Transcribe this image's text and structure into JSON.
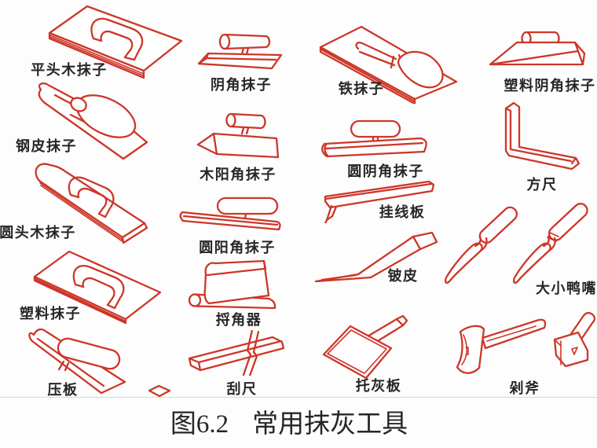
{
  "figure": {
    "caption_number": "图6.2",
    "caption_title": "常用抹灰工具"
  },
  "colors": {
    "line": "#cd3628",
    "ink": "#262626",
    "divider": "#d8d8d8",
    "background": "#fdfdfd"
  },
  "tools": [
    {
      "id": "flat-head-wood-trowel",
      "label": "平头木抹子"
    },
    {
      "id": "inner-corner-trowel",
      "label": "阴角抹子"
    },
    {
      "id": "iron-trowel",
      "label": "铁抹子"
    },
    {
      "id": "plastic-inner-corner-trowel",
      "label": "塑料阴角抹子"
    },
    {
      "id": "steel-sheet-trowel",
      "label": "钢皮抹子"
    },
    {
      "id": "wood-outer-corner-trowel",
      "label": "木阳角抹子"
    },
    {
      "id": "round-inner-corner-trowel",
      "label": "圆阴角抹子"
    },
    {
      "id": "square-ruler",
      "label": "方尺"
    },
    {
      "id": "round-head-wood-trowel",
      "label": "圆头木抹子"
    },
    {
      "id": "round-outer-corner-trowel",
      "label": "圆阳角抹子"
    },
    {
      "id": "line-hanging-board",
      "label": "挂线板"
    },
    {
      "id": "scraper-sheet",
      "label": "铍皮"
    },
    {
      "id": "duckbill-trowels",
      "label": "大小鸭嘴"
    },
    {
      "id": "plastic-trowel",
      "label": "塑料抹子"
    },
    {
      "id": "corner-smoother",
      "label": "捋角器"
    },
    {
      "id": "press-board",
      "label": "压板"
    },
    {
      "id": "scraping-rule",
      "label": "刮尺"
    },
    {
      "id": "mortar-board",
      "label": "托灰板"
    },
    {
      "id": "chopping-axe",
      "label": "剁斧"
    }
  ]
}
